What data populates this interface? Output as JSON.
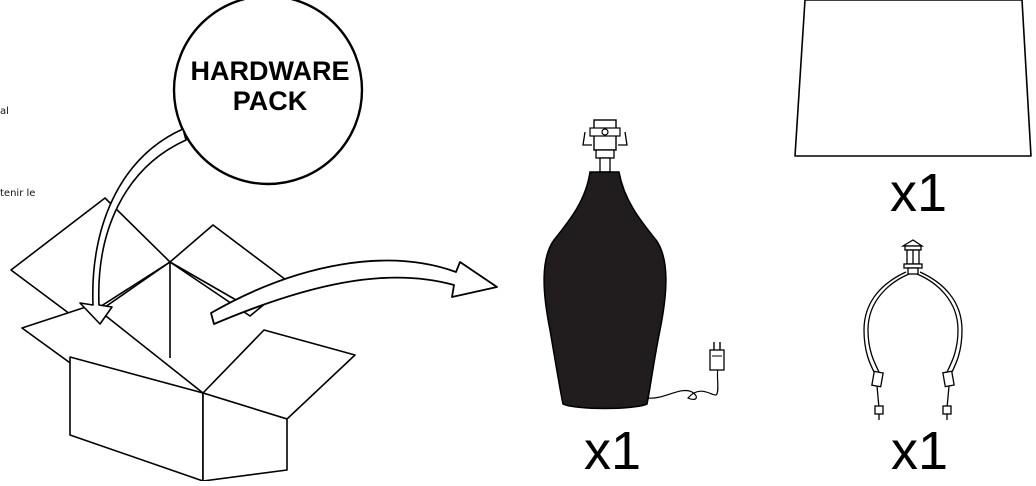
{
  "side_text": {
    "line_1": "al",
    "line_2": "tenir le"
  },
  "hardware_pack": {
    "label_line_1": "HARDWARE",
    "label_line_2": "PACK"
  },
  "parts": {
    "lamp_shade_qty": "x1",
    "lamp_base_qty": "x1",
    "harp_qty": "x1"
  }
}
